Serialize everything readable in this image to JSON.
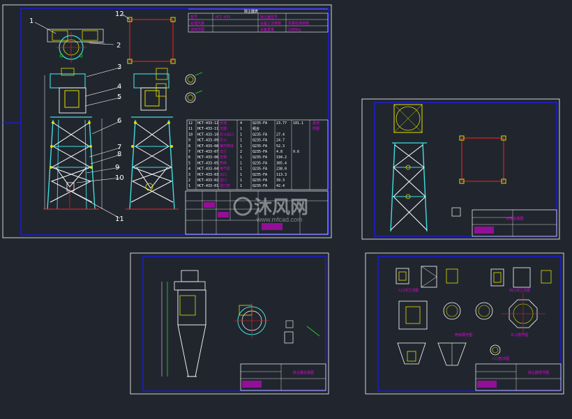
{
  "sheet1": {
    "callouts": [
      "1",
      "2",
      "3",
      "4",
      "5",
      "6",
      "7",
      "8",
      "9",
      "10",
      "11",
      "12"
    ],
    "header_rows": [
      [
        "型号",
        "HCT-433",
        "除尘器型号",
        ""
      ],
      [
        "处理风量",
        "",
        "设备工况参数",
        "风量标准参数"
      ],
      [
        "适用范围",
        "",
        "设备重量",
        "2300kg"
      ]
    ],
    "bom_rows": [
      [
        "12",
        "HCT-433-12",
        "风道",
        "4",
        "Q235-FA",
        "23.77",
        "101.1",
        "其他"
      ],
      [
        "11",
        "HCT-433-11",
        "支腿",
        "1",
        "组合",
        "",
        "",
        "附图"
      ],
      [
        "10",
        "HCT-433-10",
        "灰斗出口",
        "1",
        "Q235-FA",
        "27.4",
        "",
        ""
      ],
      [
        "9",
        "HCT-433-09",
        "灰斗",
        "1",
        "Q235-FA",
        "24.7",
        "",
        ""
      ],
      [
        "8",
        "HCT-433-08",
        "锥形筒体",
        "1",
        "Q235-FA",
        "52.3",
        "",
        ""
      ],
      [
        "7",
        "HCT-433-07",
        "法兰",
        "2",
        "Q235-FA",
        "4.8",
        "9.6",
        ""
      ],
      [
        "6",
        "HCT-433-06",
        "支架",
        "1",
        "Q235-FA",
        "194.2",
        "",
        ""
      ],
      [
        "5",
        "HCT-433-05",
        "筒体",
        "1",
        "Q235-FA",
        "305.4",
        "",
        ""
      ],
      [
        "4",
        "HCT-433-04",
        "排气管",
        "1",
        "Q235-FA",
        "238.0",
        "",
        ""
      ],
      [
        "3",
        "HCT-433-03",
        "出口",
        "1",
        "Q235-FA",
        "113.3",
        "",
        ""
      ],
      [
        "2",
        "HCT-433-02",
        "进口",
        "1",
        "Q235-FA",
        "39.3",
        "",
        ""
      ],
      [
        "1",
        "HCT-433-01",
        "进口管",
        "1",
        "Q235-FA",
        "42.4",
        "",
        ""
      ]
    ]
  },
  "sheet2": {
    "title_block": "支架总装图"
  },
  "sheet3": {
    "title_block": "除尘器总装图"
  },
  "sheet4": {
    "title_block": "除尘器零件图",
    "view_labels": [
      "入口法兰详图",
      "出口法兰详图",
      "筒体展开图",
      "灰斗展开图",
      "入口管详图"
    ]
  },
  "watermark": {
    "brand": "沐风网",
    "url": "www.mfcad.com"
  },
  "colors": {
    "background": "#21262e",
    "frame": "#1a1aff",
    "sheet_border": "#ffffff",
    "structure": "#40e0e0",
    "yellow": "#e0e000",
    "red": "#ff2020",
    "magenta": "#e000e0",
    "green": "#20e020"
  }
}
